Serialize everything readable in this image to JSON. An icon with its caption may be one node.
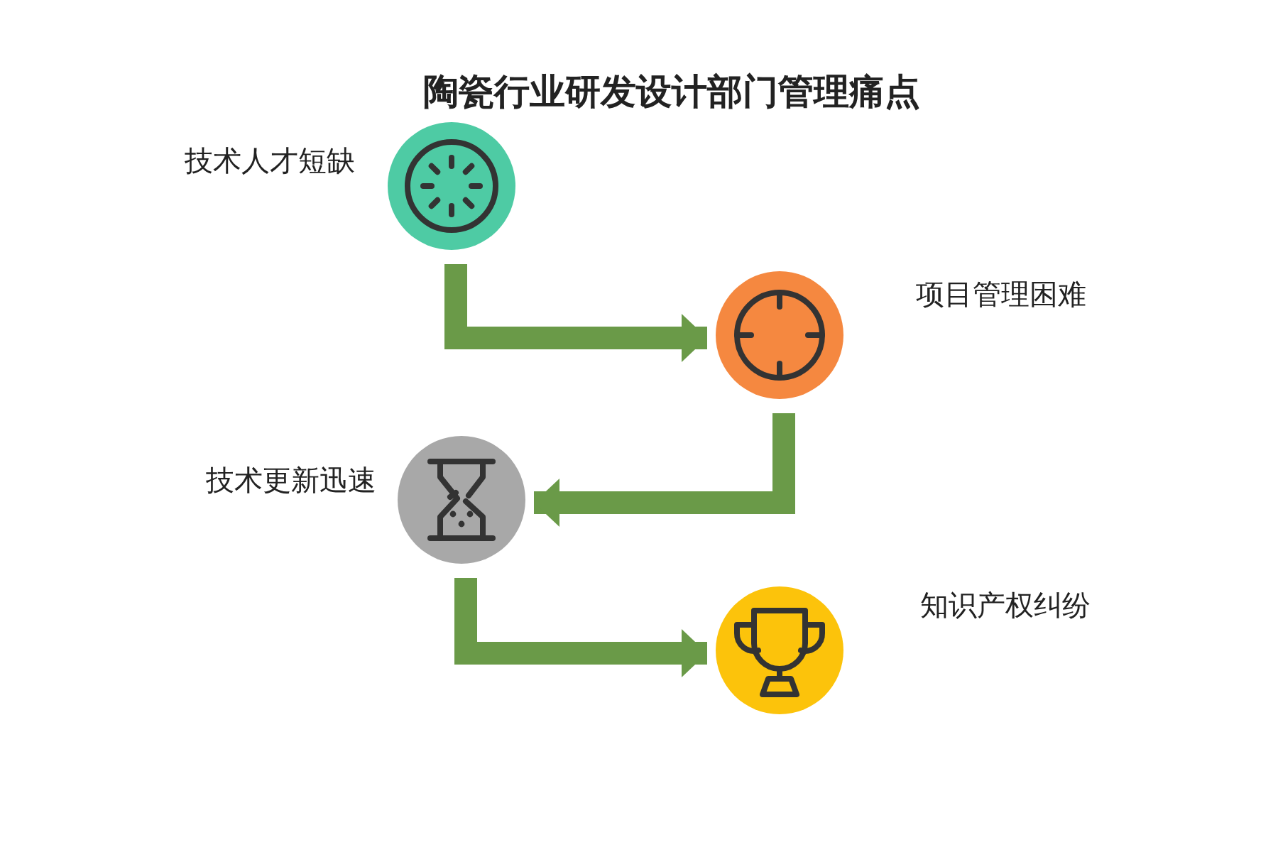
{
  "diagram": {
    "title": "陶瓷行业研发设计部门管理痛点",
    "nodes": [
      {
        "text": [],
        "shape": "circle",
        "beside": [
          "技术人才短缺"
        ]
      },
      {
        "text": [],
        "shape": "circle",
        "beside": [
          "项目管理困难"
        ]
      },
      {
        "text": [],
        "shape": "circle",
        "beside": [
          "技术更新迅速"
        ]
      },
      {
        "text": [],
        "shape": "circle",
        "beside": [
          "知识产权纠纷"
        ]
      }
    ],
    "edges": [
      {
        "from": 0,
        "to": 1,
        "arrow": "to"
      },
      {
        "from": 1,
        "to": 2,
        "arrow": "to"
      },
      {
        "from": 2,
        "to": 3,
        "arrow": "to"
      }
    ]
  }
}
